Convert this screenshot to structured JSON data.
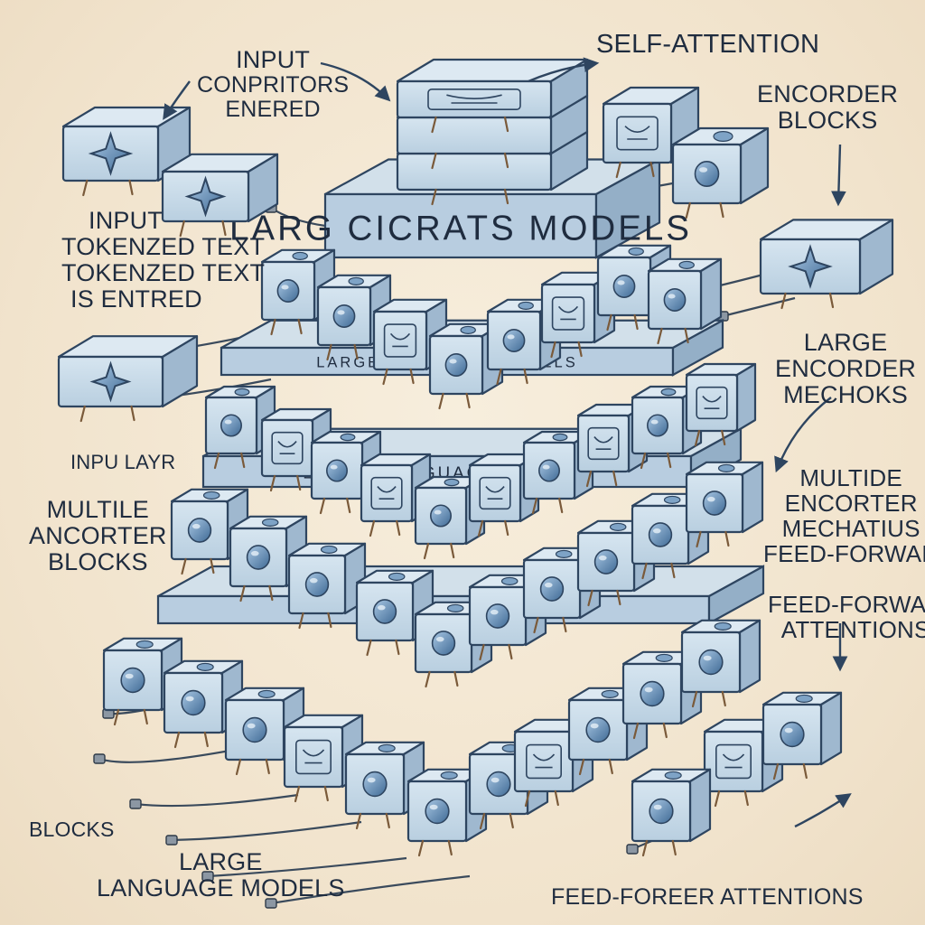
{
  "colors": {
    "background": "#f3e7d3",
    "block_front": "#c9dbe8",
    "block_top": "#dde9f2",
    "block_side": "#9fb8cf",
    "outline": "#2e4560",
    "accent_gem": "#5f86ad",
    "ink": "#1f2c3f"
  },
  "icons": {
    "block": "cube-block-icon",
    "gem": "gem-icon",
    "star": "star-icon",
    "arrow": "arrow-icon",
    "cable": "cable-plug-icon"
  },
  "labels": {
    "self_attention": "SELF-ATTENTION",
    "input_top": [
      "INPUT",
      "CONPRITORS",
      "ENERED"
    ],
    "encorder_blocks": [
      "ENCORDER",
      "BLOCKS"
    ],
    "input_tokenized": [
      "INPUT",
      "TOKENZED TEXT",
      "TOKENZED TEXT",
      "IS ENTRED"
    ],
    "large_encorder": [
      "LARGE",
      "ENCORDER",
      "MECHOKS"
    ],
    "input_layer": "INPU  LAYR",
    "multile_encorter": [
      "MULTIDE",
      "ENCORTER",
      "MECHATIUS",
      "FEED-FORWAR"
    ],
    "multile_ancorter": [
      "MULTILE",
      "ANCORTER",
      "BLOCKS"
    ],
    "feed_forward_attentions": [
      "FEED-FORWAR",
      "ATTENTIONS"
    ],
    "blocks": "BLOCKS",
    "large_language_models": [
      "LARGE",
      "LANGUAGE MODELS"
    ],
    "feed_forward_bottom": "FEED-FOREER ATTENTIONS",
    "top_platform": "LARG CICRATS   MODELS",
    "tier1_platform": "LARGE LANGUAGE MODELS",
    "tier2_platform": "LARGE LANGUAGE MODELS"
  }
}
